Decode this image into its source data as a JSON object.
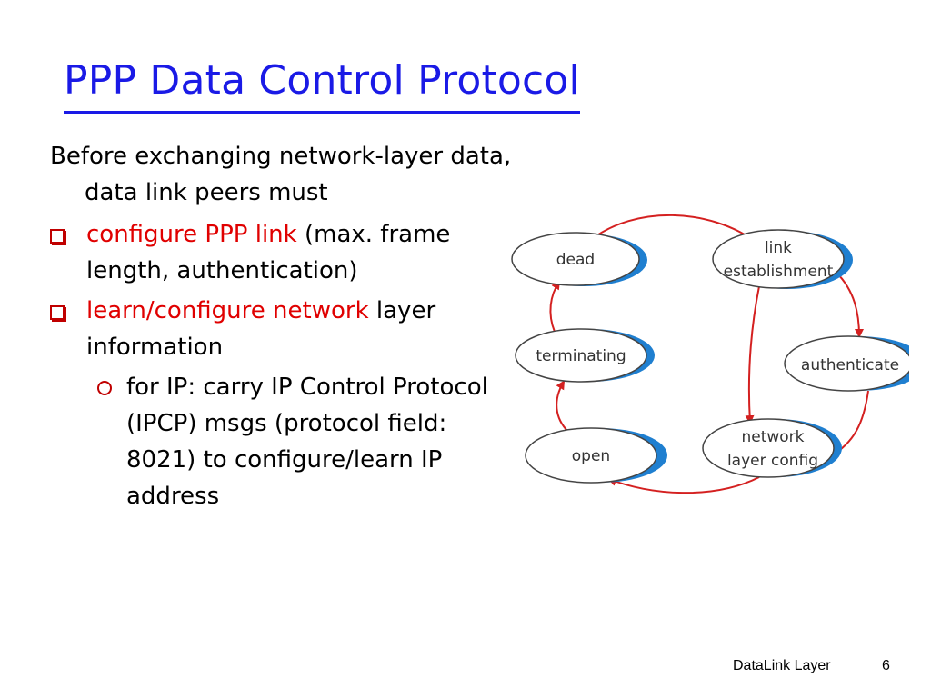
{
  "title": "PPP Data Control Protocol",
  "intro": "Before exchanging network-layer data, data link peers must",
  "bullets": [
    {
      "highlight": "configure PPP link",
      "rest": " (max. frame length, authentication)"
    },
    {
      "highlight": "learn/configure network",
      "rest": " layer information"
    }
  ],
  "subbullets": [
    "for IP: carry IP Control Protocol (IPCP) msgs (protocol field: 8021) to configure/learn IP address"
  ],
  "diagram": {
    "nodes": {
      "dead": "dead",
      "link_line1": "link",
      "link_line2": "establishment",
      "terminating": "terminating",
      "authenticate": "authenticate",
      "open": "open",
      "network_line1": "network",
      "network_line2": "layer  config"
    },
    "colors": {
      "arrow": "#d42020",
      "node_shadow": "#1f7fd0",
      "node_fill": "#ffffff"
    }
  },
  "footer": {
    "label": "DataLink Layer",
    "page": "6"
  },
  "colors": {
    "title": "#1a1ae6",
    "highlight": "#e00000"
  }
}
